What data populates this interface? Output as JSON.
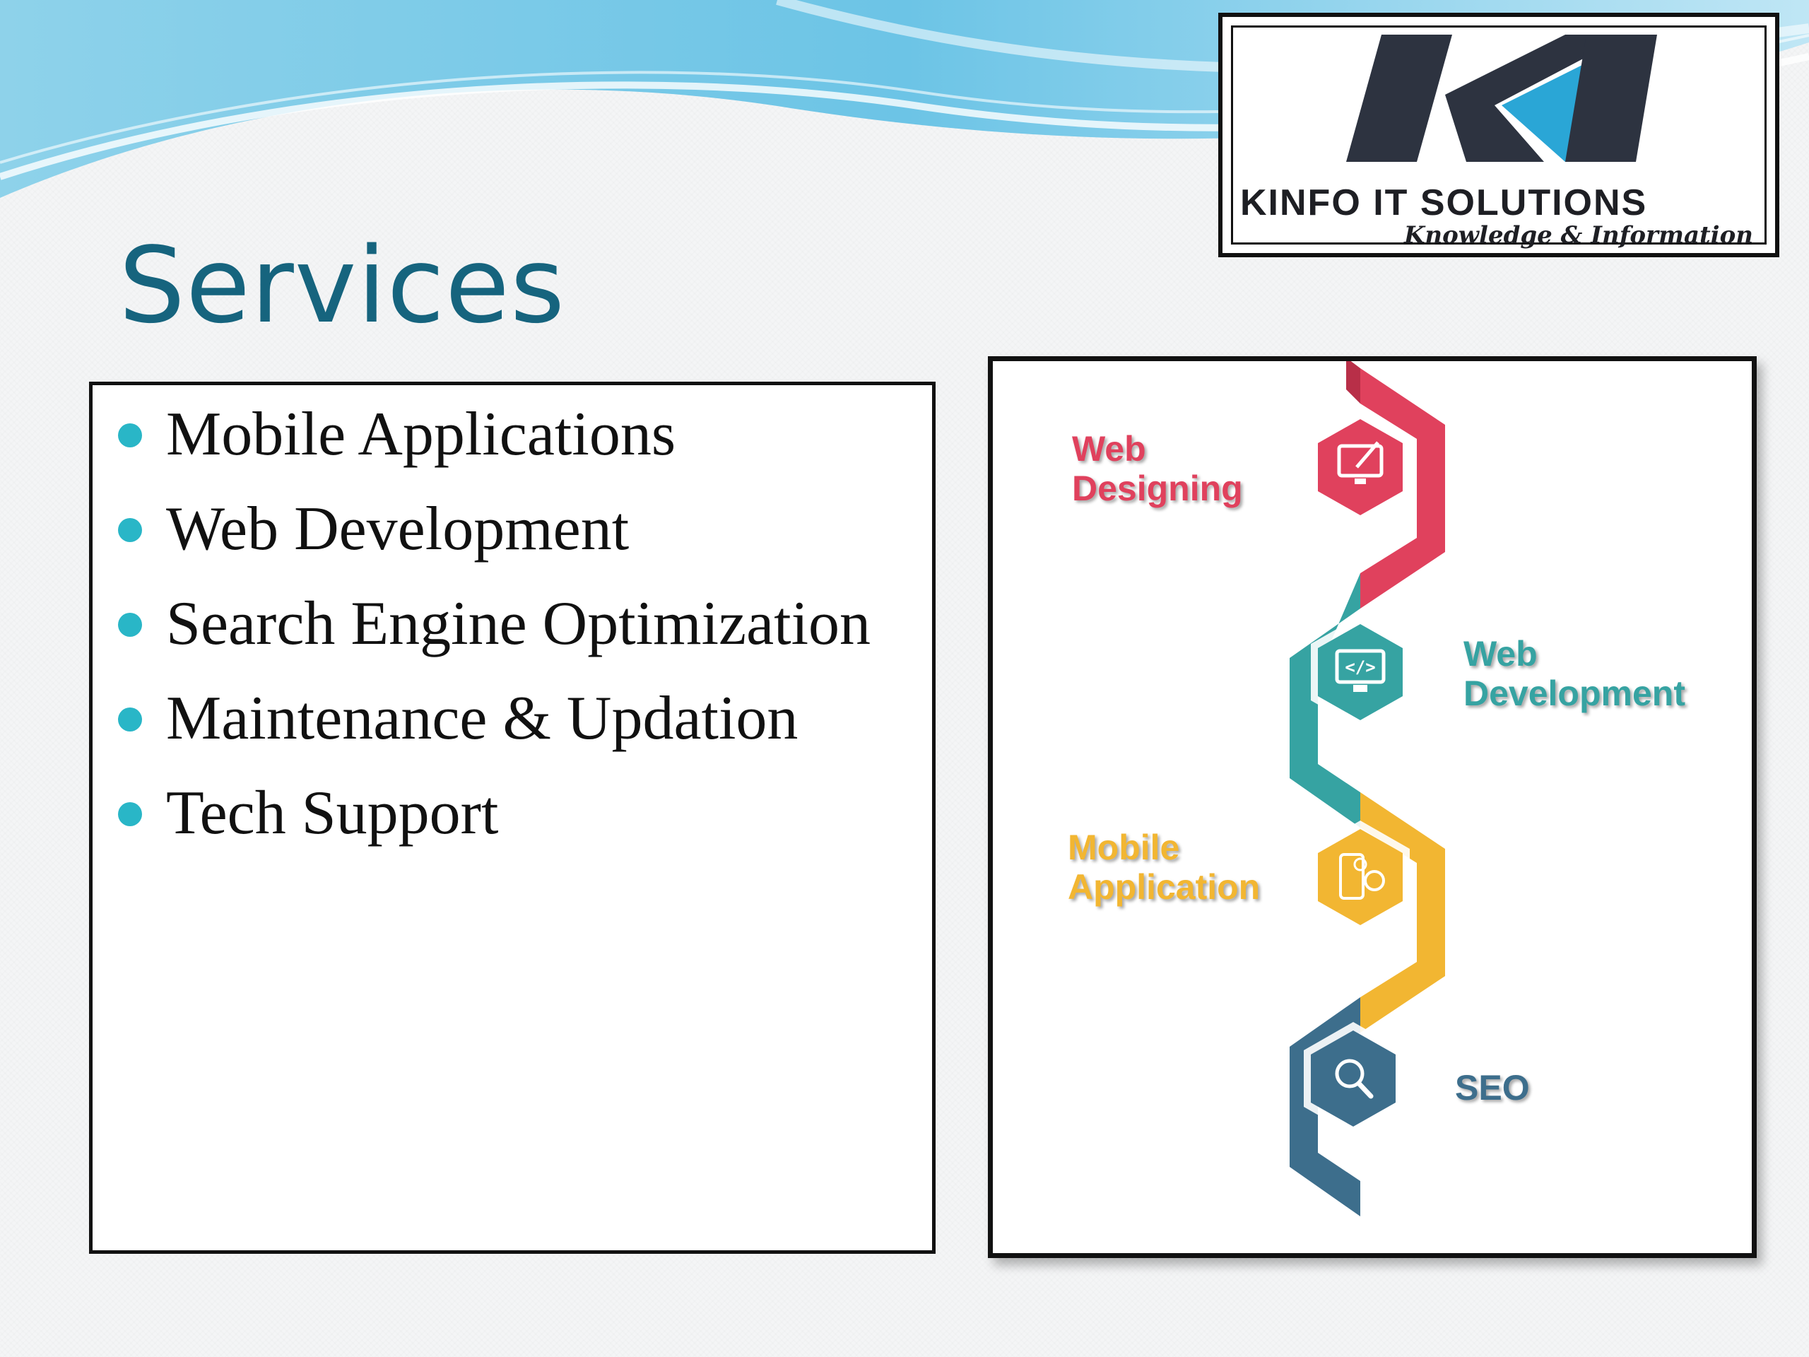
{
  "slide": {
    "title": "Services"
  },
  "logo": {
    "name": "KINFO IT SOLUTIONS",
    "tagline": "Knowledge & Information"
  },
  "services_list": [
    "Mobile Applications",
    "Web Development",
    "Search Engine Optimization",
    "Maintenance & Updation",
    "Tech Support"
  ],
  "graphic": {
    "steps": [
      {
        "label": "Web\nDesigning",
        "color": "#e0415d",
        "icon": "pen-monitor-icon"
      },
      {
        "label": "Web\nDevelopment",
        "color": "#36a3a2",
        "icon": "code-monitor-icon"
      },
      {
        "label": "Mobile\nApplication",
        "color": "#f2b632",
        "icon": "mobile-gear-icon"
      },
      {
        "label": "SEO",
        "color": "#3d6e8c",
        "icon": "magnifier-icon"
      }
    ]
  },
  "colors": {
    "title": "#16647e",
    "bullet": "#29b6c7",
    "logo_dark": "#2d3340",
    "logo_accent": "#2aa6d6"
  }
}
